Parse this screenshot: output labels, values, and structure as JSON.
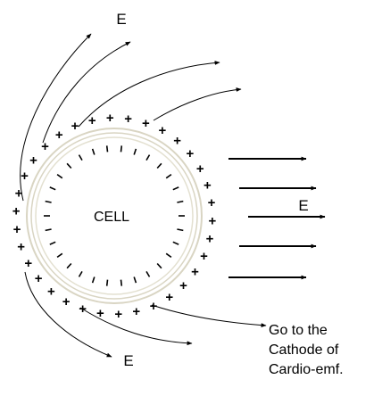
{
  "cell_label": "CELL",
  "field_label_top": "E",
  "field_label_right": "E",
  "field_label_bottom": "E",
  "caption_lines": [
    "Go to the",
    "Cathode of",
    "Cardio-emf."
  ],
  "outer_charge_symbol": "+",
  "inner_charge_symbol": "−",
  "colors": {
    "ink": "#000000",
    "membrane": "#d9d5c3",
    "background": "#ffffff"
  }
}
